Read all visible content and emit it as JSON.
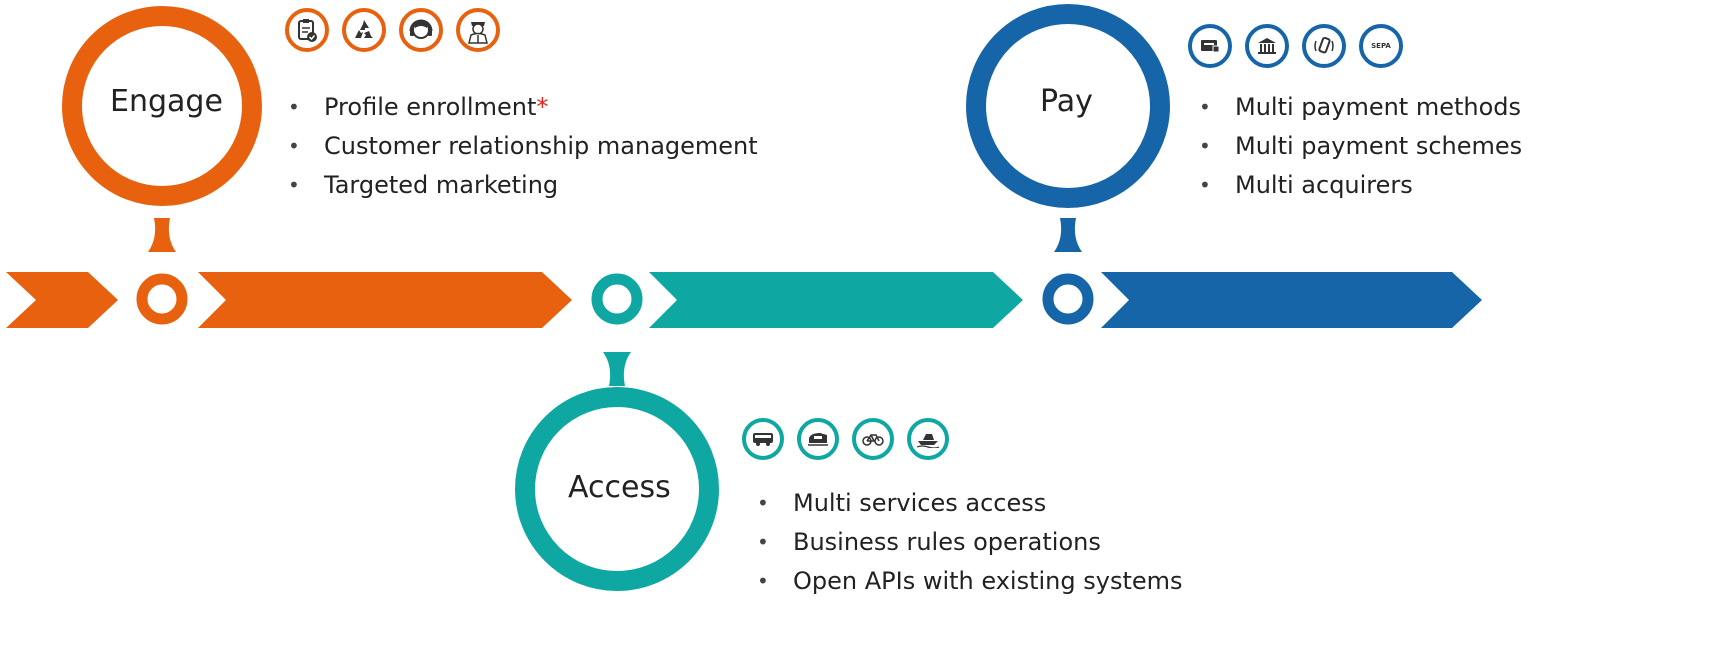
{
  "colors": {
    "orange": "#E8610E",
    "teal": "#0EA7A2",
    "blue": "#1565A8",
    "asterisk": "#e8231e"
  },
  "stages": [
    {
      "label": "Engage",
      "color": "orange",
      "icons": [
        "clipboard-check-icon",
        "recycle-icon",
        "headset-agent-icon",
        "conductor-icon"
      ],
      "bullets": [
        "Profile enrollment",
        "Customer relationship management",
        "Targeted marketing"
      ],
      "asterisk": "*"
    },
    {
      "label": "Access",
      "color": "teal",
      "icons": [
        "bus-icon",
        "train-icon",
        "bicycle-icon",
        "boat-icon"
      ],
      "bullets": [
        "Multi services access",
        "Business rules operations",
        "Open APIs with existing systems"
      ]
    },
    {
      "label": "Pay",
      "color": "blue",
      "icons": [
        "card-icon",
        "bank-icon",
        "mobile-payment-icon",
        "sepa-icon"
      ],
      "sepa_text": "SEPA",
      "bullets": [
        "Multi payment methods",
        "Multi payment schemes",
        "Multi acquirers"
      ]
    }
  ]
}
